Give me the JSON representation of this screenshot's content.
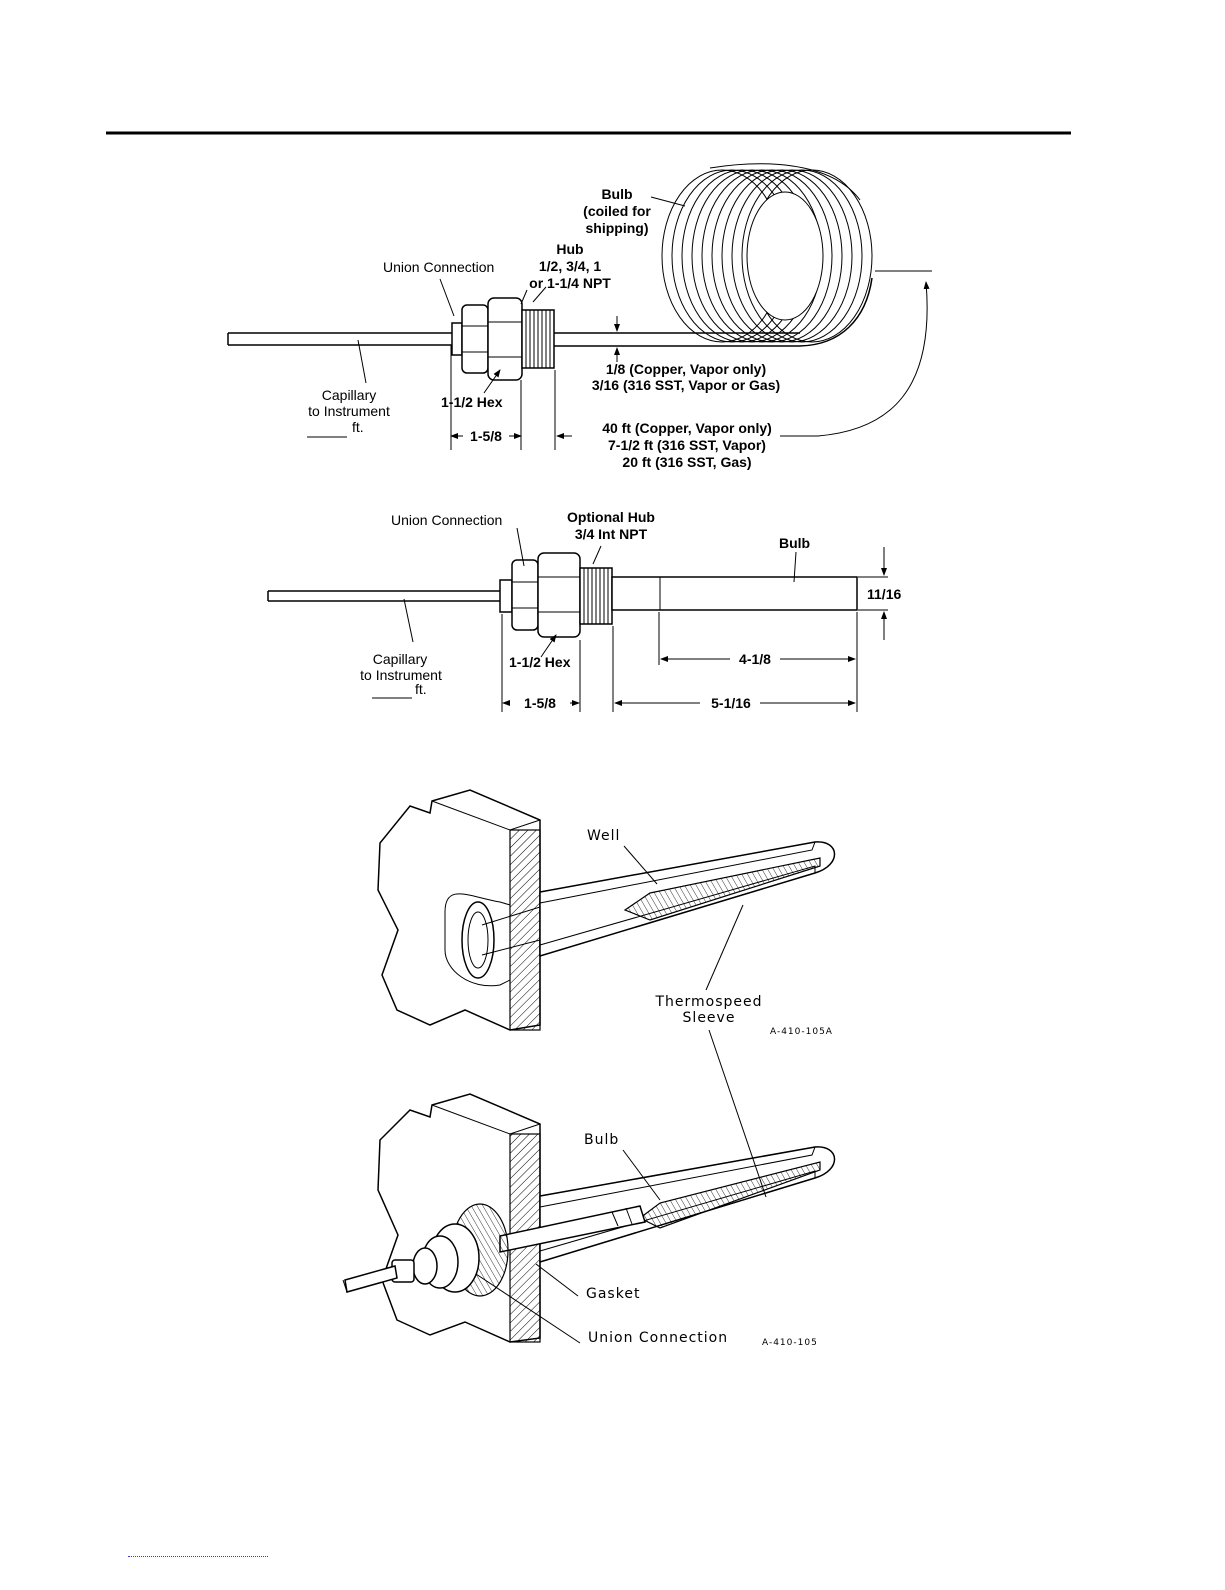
{
  "fig1": {
    "bulb": [
      "Bulb",
      "(coiled for",
      "shipping)"
    ],
    "hub": [
      "Hub",
      "1/2, 3/4, 1",
      "or 1-1/4 NPT"
    ],
    "union": "Union Connection",
    "capillary": [
      "Capillary",
      "to Instrument",
      "ft."
    ],
    "hex": "1-1/2 Hex",
    "dim158": "1-5/8",
    "diameter": [
      "1/8 (Copper, Vapor only)",
      "3/16 (316 SST, Vapor or Gas)"
    ],
    "length": [
      "40 ft (Copper, Vapor only)",
      "7-1/2 ft (316 SST, Vapor)",
      "20 ft (316 SST, Gas)"
    ]
  },
  "fig2": {
    "union": "Union Connection",
    "hub": [
      "Optional Hub",
      "3/4 Int NPT"
    ],
    "bulb": "Bulb",
    "dia": "11/16",
    "capillary": [
      "Capillary",
      "to Instrument",
      "ft."
    ],
    "hex": "1-1/2 Hex",
    "dim158": "1-5/8",
    "dim418": "4-1/8",
    "dim5116": "5-1/16"
  },
  "fig3": {
    "well": "Well",
    "sleeve": [
      "Thermospeed",
      "Sleeve"
    ],
    "code": "A-410-105A"
  },
  "fig4": {
    "bulb": "Bulb",
    "gasket": "Gasket",
    "union": "Union Connection",
    "code": "A-410-105"
  }
}
